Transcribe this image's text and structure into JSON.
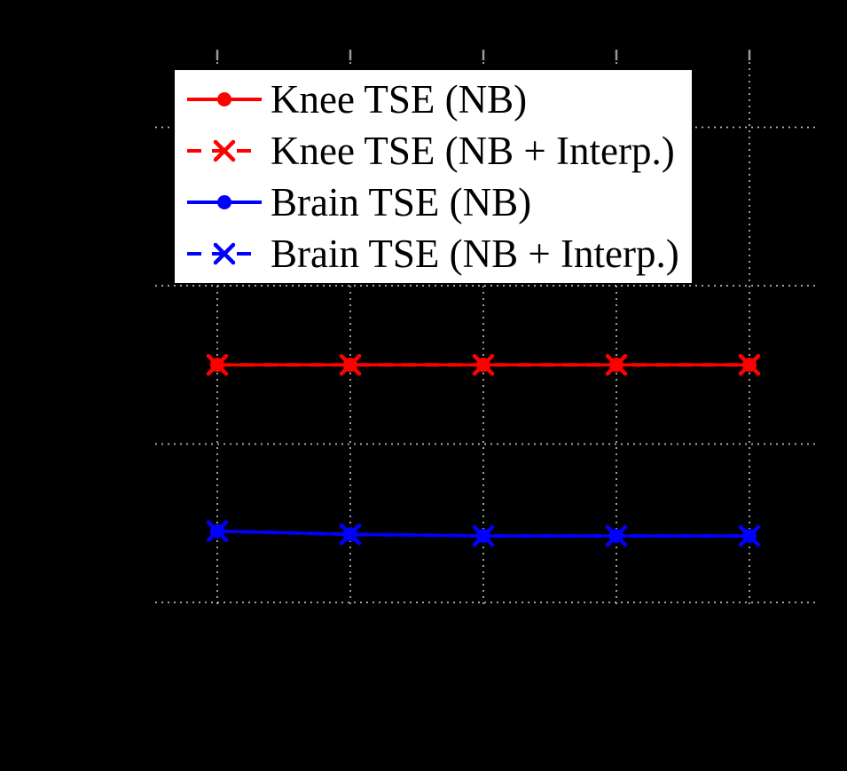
{
  "figure": {
    "background": "#000000",
    "grid_color": "#b8b8b8",
    "tick_color": "#999999",
    "legend": {
      "background": "#ffffff",
      "border_color": "#000000",
      "text_color": "#000000",
      "entries": [
        {
          "label": "Knee TSE (NB)",
          "color": "#ff0000",
          "line_style": "solid",
          "marker": "circle"
        },
        {
          "label": "Knee TSE (NB + Interp.)",
          "color": "#ff0000",
          "line_style": "dashed",
          "marker": "x"
        },
        {
          "label": "Brain TSE (NB)",
          "color": "#0000ff",
          "line_style": "solid",
          "marker": "circle"
        },
        {
          "label": "Brain TSE (NB + Interp.)",
          "color": "#0000ff",
          "line_style": "dashed",
          "marker": "x"
        }
      ]
    }
  },
  "chart_data": {
    "type": "line",
    "title": "",
    "xlabel": "",
    "ylabel": "",
    "note": "Axis tick labels and axis titles are not visible in the screenshot (rendered black on black background). Y values below are expressed in gridline units: 0 = bottom dotted gridline, 1 unit per horizontal gridline spacing. X values are the 5 visible vertical gridline positions, indexed 1-5.",
    "grid": true,
    "legend_position": "upper left",
    "x": [
      1,
      2,
      3,
      4,
      5
    ],
    "y_gridline_units": [
      0,
      1,
      2,
      3
    ],
    "series": [
      {
        "name": "Knee TSE (NB)",
        "color": "#ff0000",
        "style": "solid",
        "marker": "circle",
        "values": [
          1.5,
          1.5,
          1.5,
          1.5,
          1.5
        ]
      },
      {
        "name": "Knee TSE (NB + Interp.)",
        "color": "#ff0000",
        "style": "dashed",
        "marker": "x",
        "values": [
          1.5,
          1.5,
          1.5,
          1.5,
          1.5
        ]
      },
      {
        "name": "Brain TSE (NB)",
        "color": "#0000ff",
        "style": "solid",
        "marker": "circle",
        "values": [
          0.45,
          0.43,
          0.42,
          0.42,
          0.42
        ]
      },
      {
        "name": "Brain TSE (NB + Interp.)",
        "color": "#0000ff",
        "style": "dashed",
        "marker": "x",
        "values": [
          0.45,
          0.43,
          0.42,
          0.42,
          0.42
        ]
      }
    ]
  }
}
